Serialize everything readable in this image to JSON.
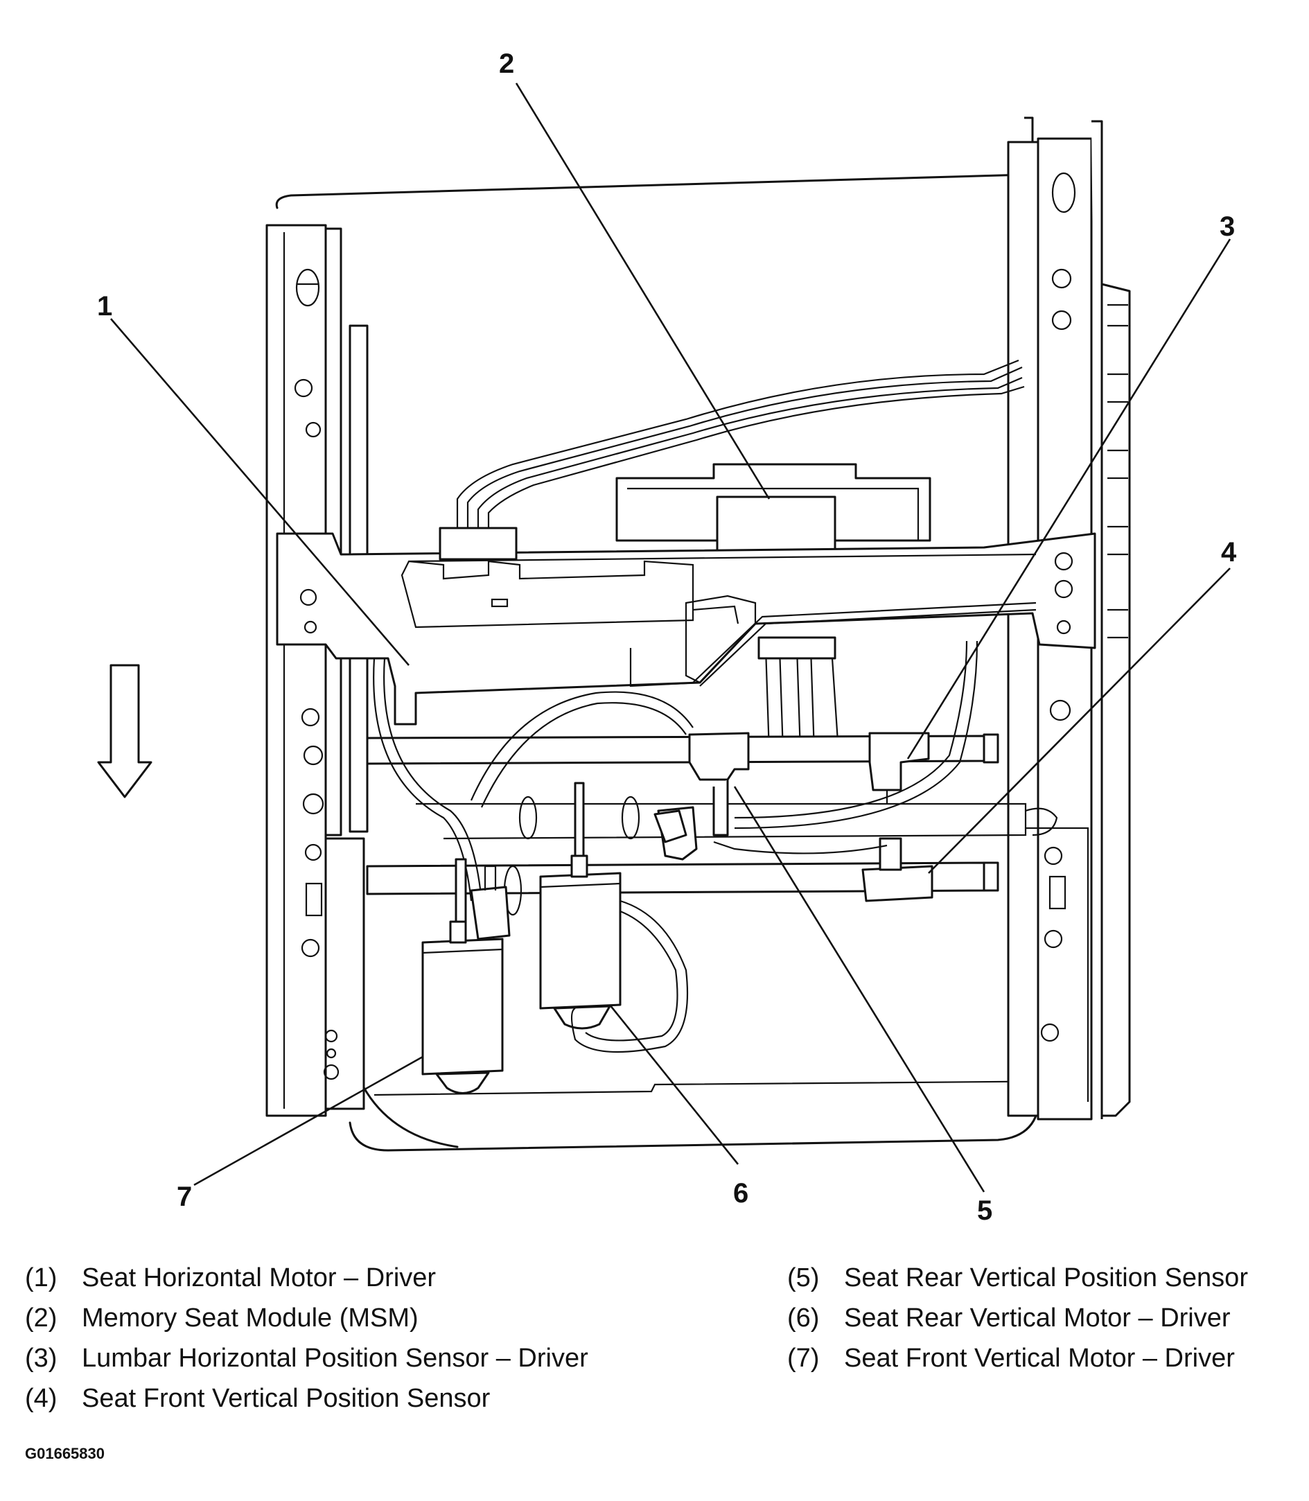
{
  "callouts": [
    "1",
    "2",
    "3",
    "4",
    "5",
    "6",
    "7"
  ],
  "legend": {
    "left": [
      {
        "num": "(1)",
        "text": "Seat Horizontal Motor – Driver"
      },
      {
        "num": "(2)",
        "text": "Memory Seat Module (MSM)"
      },
      {
        "num": "(3)",
        "text": "Lumbar Horizontal Position Sensor – Driver"
      },
      {
        "num": "(4)",
        "text": "Seat Front Vertical Position Sensor"
      }
    ],
    "right": [
      {
        "num": "(5)",
        "text": "Seat Rear Vertical Position Sensor"
      },
      {
        "num": "(6)",
        "text": "Seat Rear Vertical Motor – Driver"
      },
      {
        "num": "(7)",
        "text": "Seat Front Vertical Motor – Driver"
      }
    ]
  },
  "figure_code": "G01665830",
  "icons": {
    "direction_arrow": "down-arrow-icon"
  }
}
